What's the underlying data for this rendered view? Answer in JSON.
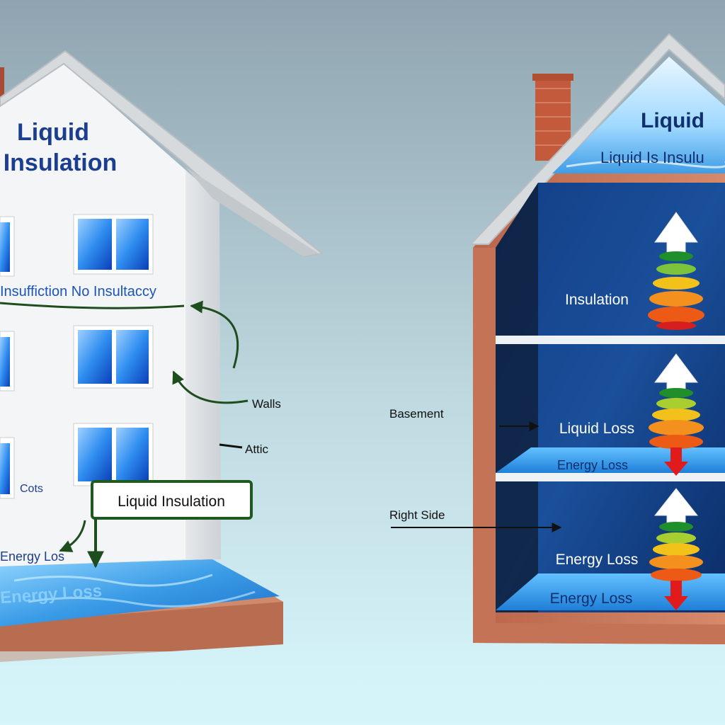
{
  "colors": {
    "sky_top": "#8fa4b0",
    "sky_bottom": "#d6f6fb",
    "wall_white": "#f3f5f7",
    "roof_grey": "#d9dde0",
    "brick": "#c8765a",
    "dark_navy": "#0d3778",
    "water_blue": "#3fa2e8",
    "label_blue": "#1b3e8f",
    "callout_green": "#1e5a1e",
    "arrow_red": "#e11b1b"
  },
  "left_house": {
    "title_line1": "Liquid",
    "title_line2": "Insulation",
    "banner_text": "Insuffiction No Insultaccy",
    "walls_label": "Walls",
    "attic_label": "Attic",
    "cots_label": "Cots",
    "callout_label": "Liquid Insulation",
    "energy_loss_label": "Energy Los",
    "water_label": "Energy Loss"
  },
  "right_house": {
    "roof_title": "Liquid",
    "roof_subtitle": "Liquid Is Insulu",
    "floor1_label": "Insulation",
    "floor2_label": "Liquid Loss",
    "floor2_water_label": "Energy Loss",
    "floor3_label": "Energy Loss",
    "floor3_water_label": "Energy Loss",
    "basement_label": "Basement",
    "right_side_label": "Right Side"
  }
}
